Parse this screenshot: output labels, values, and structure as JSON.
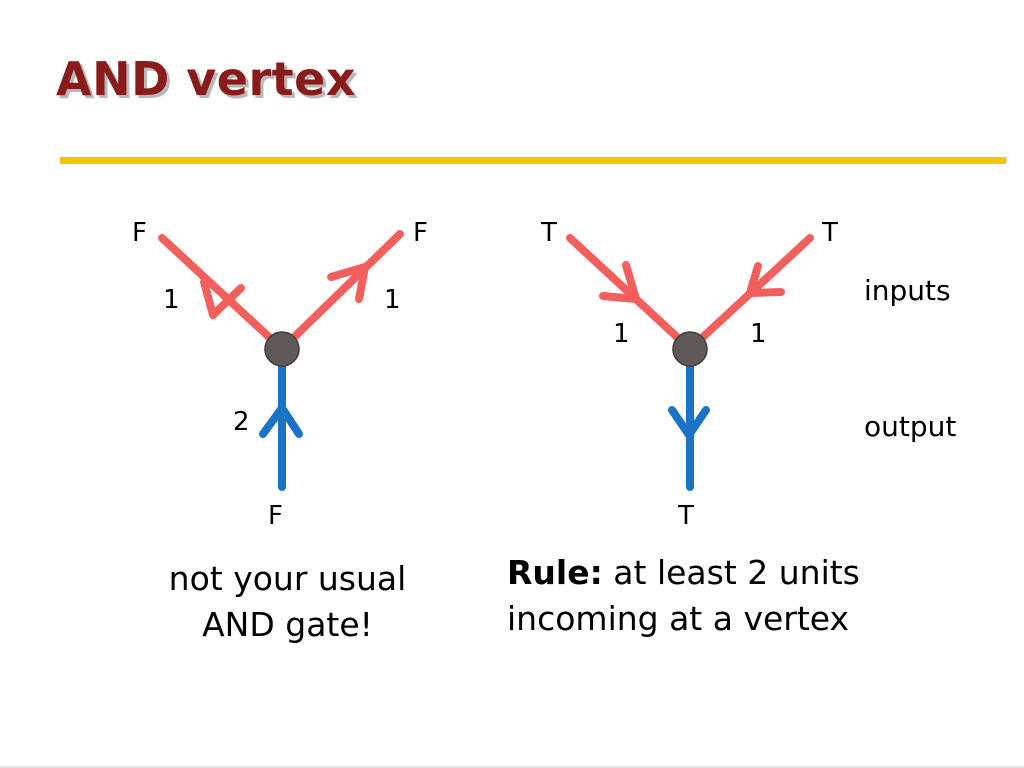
{
  "slide": {
    "title": "AND vertex",
    "title_color": "#8b1a1a",
    "rule_color": "#f5c400"
  },
  "colors": {
    "input_edge": "#f25f5c",
    "output_edge": "#1a73c4",
    "vertex": "#5f5a58"
  },
  "left_diagram": {
    "top_left_label": "F",
    "top_right_label": "F",
    "bottom_label": "F",
    "left_weight": "1",
    "right_weight": "1",
    "bottom_weight": "2",
    "caption_line1": "not your usual",
    "caption_line2": "AND gate!"
  },
  "right_diagram": {
    "top_left_label": "T",
    "top_right_label": "T",
    "bottom_label": "T",
    "left_weight": "1",
    "right_weight": "1",
    "inputs_label": "inputs",
    "output_label": "output",
    "rule_label": "Rule:",
    "rule_text_line1": "at least 2 units",
    "rule_text_line2": "incoming at a vertex"
  }
}
